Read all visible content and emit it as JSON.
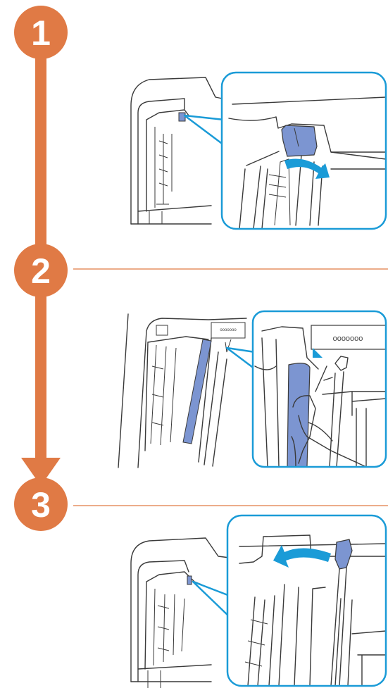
{
  "steps": [
    {
      "number": "1"
    },
    {
      "number": "2"
    },
    {
      "number": "3"
    }
  ],
  "label_text": "ooooooo",
  "colors": {
    "accent_orange": "#E07A45",
    "callout_blue": "#1A9BD7",
    "part_blue": "#7C95D1",
    "line_gray": "#3A3A3A"
  },
  "icons": [
    "lever-icon",
    "rotate-arrow-icon",
    "cloth-hand-icon",
    "wipe-strip-icon"
  ]
}
